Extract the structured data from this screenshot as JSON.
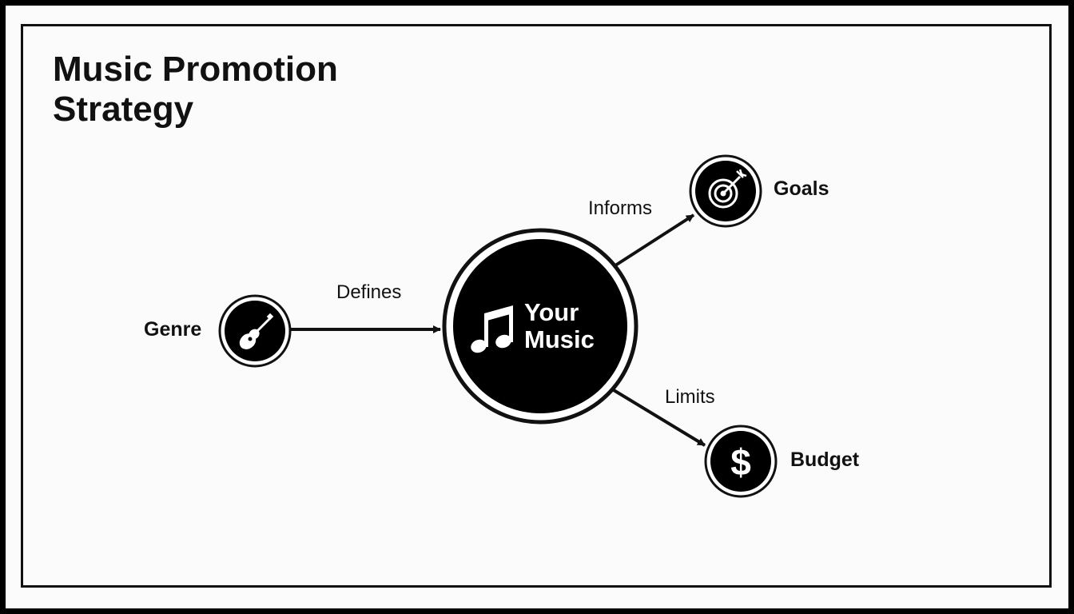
{
  "title": "Music Promotion Strategy",
  "center": {
    "line1": "Your",
    "line2": "Music",
    "icon": "music-note-icon"
  },
  "nodes": [
    {
      "id": "genre",
      "label": "Genre",
      "icon": "guitar-icon"
    },
    {
      "id": "goals",
      "label": "Goals",
      "icon": "target-icon"
    },
    {
      "id": "budget",
      "label": "Budget",
      "icon": "dollar-icon"
    }
  ],
  "edges": [
    {
      "from": "genre",
      "to": "your-music",
      "label": "Defines"
    },
    {
      "from": "your-music",
      "to": "goals",
      "label": "Informs"
    },
    {
      "from": "your-music",
      "to": "budget",
      "label": "Limits"
    }
  ],
  "colors": {
    "background": "#fbfbfb",
    "ink": "#111111",
    "node_fill": "#000000",
    "node_text": "#ffffff"
  }
}
